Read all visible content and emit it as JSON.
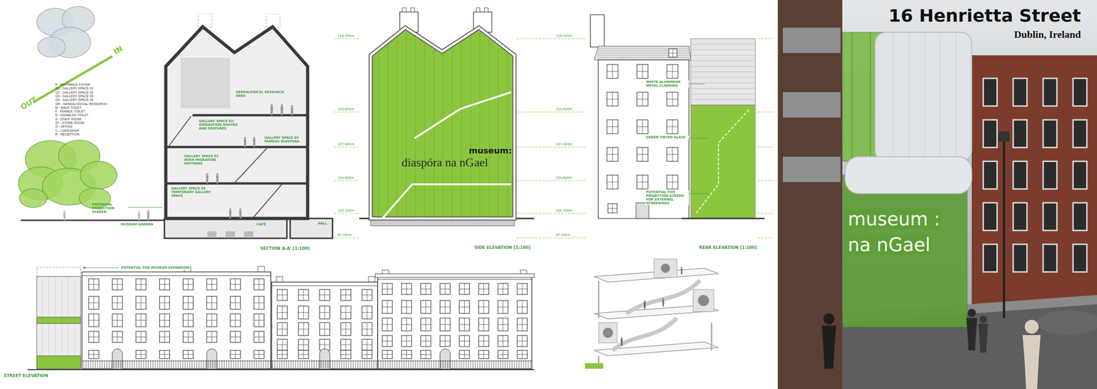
{
  "diagram": {
    "title": "16 Henrietta Street",
    "nodes": [
      {
        "text": [
          "SECTION A-A' [1:100]"
        ]
      },
      {
        "text": [
          "GENEALOGICAL RESEARCH AREA"
        ],
        "in": 0
      },
      {
        "text": [
          "GALLERY SPACE 02: EMIGRATION ROUTES AND FEATURES"
        ],
        "in": 0
      },
      {
        "text": [
          "GALLERY SPACE 03 FAMOUS DIASPORA"
        ],
        "in": 0
      },
      {
        "text": [
          "GALLERY SPACE 01 IRISH MIGRATION PATTERNS"
        ],
        "in": 0
      },
      {
        "text": [
          "GALLERY SPACE 04 TEMPORARY GALLERY SPACE"
        ],
        "in": 0
      },
      {
        "text": [
          "CAFÉ"
        ],
        "in": 0
      },
      {
        "text": [
          "HALL"
        ],
        "in": 0
      }
    ],
    "labels": [
      "Dublin, Ireland",
      "OUT",
      "IN",
      "E - ENTRANCE FOYER",
      "G1 - GALLERY SPACE 01",
      "G2 - GALLERY SPACE 02",
      "G3 - GALLERY SPACE 03",
      "G4 - GALLERY SPACE 04",
      "GR - GENEALOGICAL RESEARCH",
      "M - MALE TOILET",
      "F - FEMALE TOILET",
      "D - DISABLED TOILET",
      "S - STAFF ROOM",
      "ST - STORE ROOM",
      "O - OFFICE",
      "C - CAFÉ/SHOP",
      "R - RECEPTION",
      "MUSEUM GARDEN",
      "POTENTIAL PROJECTION SCREEN",
      "SIDE ELEVATION [1:100]",
      "REAR ELEVATION [1:100]",
      "museum:",
      "diaspóra na nGael",
      "WHITE ALUMINIUM METAL CLADDING",
      "GREEN TINTED GLASS",
      "POTENTIAL FOR PROJECTION SCREEN FOR EXTERNAL SCREENINGS",
      "POTENTIAL FOR MUSEUM EXPANSION",
      "STREET ELEVATION",
      "museum :",
      "na nGael",
      "118.200m",
      "110.600m",
      "107.465m",
      "104.600m",
      "100.300m",
      "97.500m",
      "118.200m",
      "110.600m",
      "107.465m",
      "104.600m",
      "100.300m",
      "97.500m"
    ]
  }
}
